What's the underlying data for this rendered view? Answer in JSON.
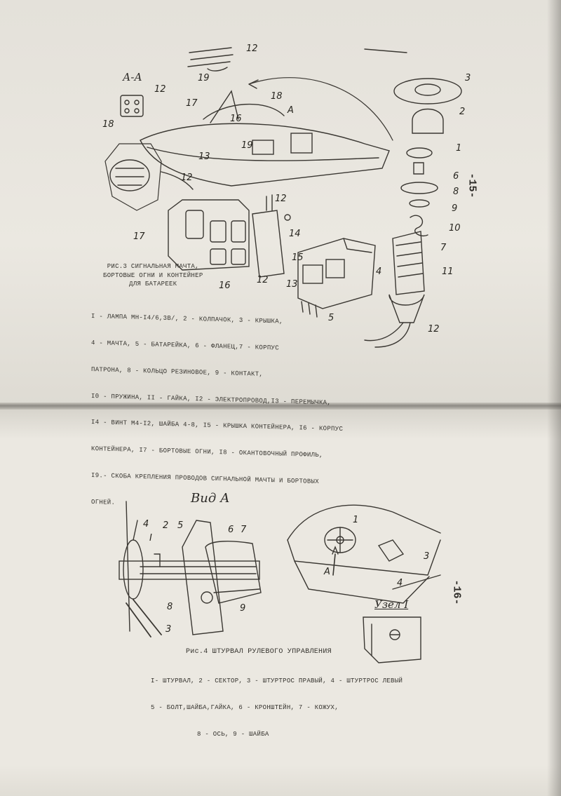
{
  "page_top": {
    "page_number": "-15-",
    "section_label": "А-А",
    "figure": {
      "caption_title": "РИС.3 СИГНАЛЬНАЯ МАЧТА,\nБОРТОВЫЕ ОГНИ И КОНТЕЙНЕР\nДЛЯ БАТАРЕЕК",
      "caption_lines": [
        "I - ЛАМПА МН-I4/6,3В/, 2 - КОЛПАЧОК, 3 - КРЫШКА,",
        "4 - МАЧТА, 5 - БАТАРЕЙКА, 6 - ФЛАНЕЦ,7 - КОРПУС",
        "ПАТРОНА, 8 - КОЛЬЦО РЕЗИНОВОЕ, 9 - КОНТАКТ,",
        "I0 - ПРУЖИНА, II - ГАЙКА, I2 - ЭЛЕКТРОПРОВОД,I3 - ПЕРЕМЫЧКА,",
        "I4 - ВИНТ М4-I2, ШАЙБА 4-8, I5 - КРЫШКА КОНТЕЙНЕРА, I6 - КОРПУС",
        "КОНТЕЙНЕРА, I7 - БОРТОВЫЕ ОГНИ, I8 - ОКАНТОВОЧНЫЙ ПРОФИЛЬ,",
        "I9.- СКОБА КРЕПЛЕНИЯ ПРОВОДОВ СИГНАЛЬНОЙ МАЧТЫ И БОРТОВЫХ",
        "ОГНЕЙ."
      ],
      "callouts": [
        "12",
        "19",
        "12",
        "18",
        "17",
        "16",
        "18",
        "13",
        "12",
        "19",
        "12",
        "17",
        "14",
        "15",
        "13",
        "12",
        "16",
        "5",
        "3",
        "2",
        "1",
        "6",
        "8",
        "9",
        "10",
        "7",
        "4",
        "11",
        "12"
      ],
      "view_mark": "А"
    }
  },
  "page_bottom": {
    "page_number": "-16-",
    "view_title": "Вид А",
    "node_title": "Узел I",
    "figure": {
      "caption_title": "Рис.4 ШТУРВАЛ РУЛЕВОГО УПРАВЛЕНИЯ",
      "caption_lines": [
        "I- ШТУРВАЛ, 2 - СЕКТОР, 3 - ШТУРТРОС ПРАВЫЙ, 4 - ШТУРТРОС ЛЕВЫЙ",
        "5 - БОЛТ,ШАЙБА,ГАЙКА, 6 - КРОНШТЕЙН, 7 - КОЖУХ,",
        "8 - ОСЬ, 9 - ШАЙБА"
      ],
      "callouts": [
        "4",
        "2",
        "5",
        "6",
        "7",
        "I",
        "8",
        "9",
        "3",
        "1",
        "3",
        "А",
        "4"
      ]
    }
  },
  "colors": {
    "paper": "#e9e6df",
    "ink": "#2c2a26",
    "background": "#8a8782"
  }
}
